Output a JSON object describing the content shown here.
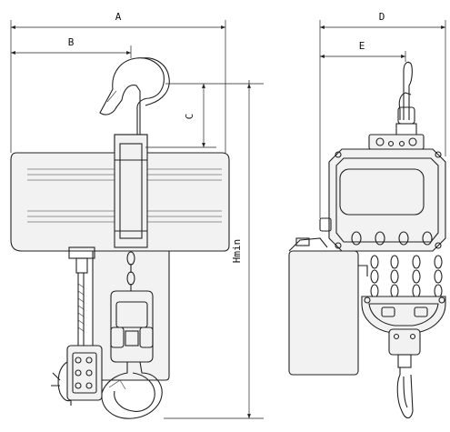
{
  "labels": {
    "A": "A",
    "B": "B",
    "C": "C",
    "D": "D",
    "E": "E",
    "Hmin": "Hmin"
  }
}
